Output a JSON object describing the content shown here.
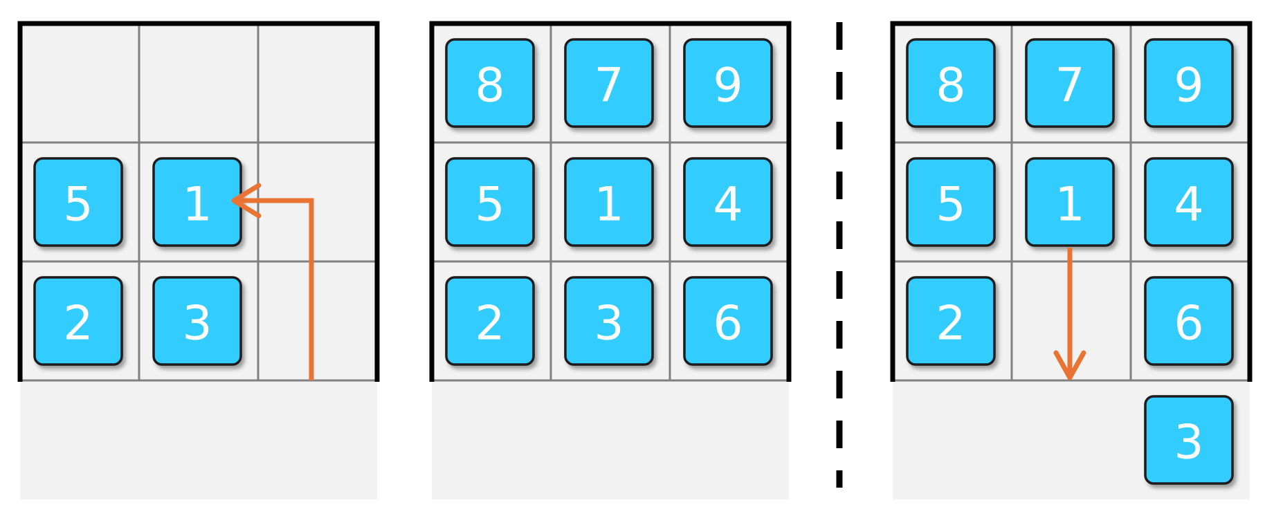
{
  "colors": {
    "tile_fill": "#33CCFF",
    "tile_border": "#1a1a1a",
    "board_fill": "#f2f2f2",
    "grid_line": "#808080",
    "wall": "#000000",
    "arrow": "#E87333",
    "divider": "#000000"
  },
  "panels": [
    {
      "name": "panel-1",
      "rows": [
        [
          "",
          "",
          ""
        ],
        [
          "5",
          "1",
          ""
        ],
        [
          "2",
          "3",
          ""
        ]
      ],
      "below": [
        "",
        "",
        ""
      ],
      "arrow": "up-left"
    },
    {
      "name": "panel-2",
      "rows": [
        [
          "8",
          "7",
          "9"
        ],
        [
          "5",
          "1",
          "4"
        ],
        [
          "2",
          "3",
          "6"
        ]
      ],
      "below": [
        "",
        "",
        ""
      ],
      "arrow": "none"
    },
    {
      "name": "panel-3",
      "rows": [
        [
          "8",
          "7",
          "9"
        ],
        [
          "5",
          "1",
          "4"
        ],
        [
          "2",
          "",
          "6"
        ]
      ],
      "below": [
        "",
        "",
        "3"
      ],
      "arrow": "down"
    }
  ],
  "divider": "dashed-vertical"
}
